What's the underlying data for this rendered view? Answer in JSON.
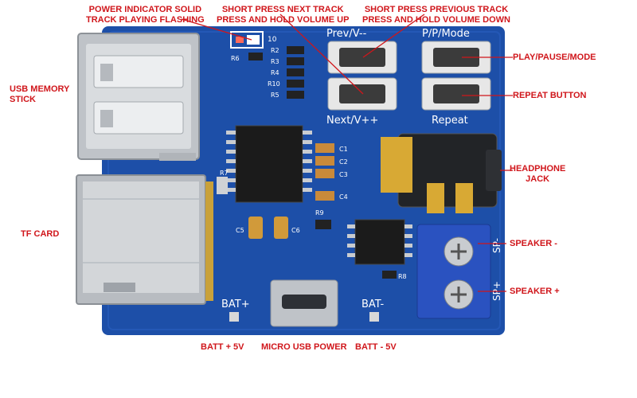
{
  "labels": {
    "power_indicator": [
      "POWER INDICATOR SOLID",
      "TRACK PLAYING FLASHING"
    ],
    "next_track": [
      "SHORT PRESS NEXT TRACK",
      "PRESS AND HOLD VOLUME UP"
    ],
    "prev_track": [
      "SHORT PRESS PREVIOUS TRACK",
      "PRESS AND HOLD VOLUME DOWN"
    ],
    "play_pause": "PLAY/PAUSE/MODE",
    "repeat": "REPEAT BUTTON",
    "usb": [
      "USB MEMORY",
      "STICK"
    ],
    "headphone": [
      "HEADPHONE",
      "JACK"
    ],
    "tf_card": "TF CARD",
    "speaker_minus": "SPEAKER -",
    "speaker_plus": "SPEAKER +",
    "batt_plus": "BATT + 5V",
    "micro_usb": "MICRO USB POWER",
    "batt_minus": "BATT - 5V"
  },
  "silkscreen": {
    "prev": "Prev/V--",
    "pp_mode": "P/P/Mode",
    "next": "Next/V++",
    "repeat": "Repeat",
    "bat_plus": "BAT+",
    "bat_minus": "BAT-",
    "sp_minus": "SP-",
    "sp_plus": "SP+",
    "r6": "R6",
    "r7": "R7",
    "r9": "R9",
    "r10": "R10",
    "r2": "R2",
    "r3": "R3",
    "r4": "R4",
    "r5": "R5",
    "c1": "C1",
    "c2": "C2",
    "c3": "C3",
    "c4": "C4",
    "c5": "C5",
    "c6": "C6",
    "r8": "R8",
    "led": "10"
  },
  "colors": {
    "pcb": "#1d4fa8",
    "pcb_dark": "#163f8c",
    "label_red": "#d0161b",
    "terminal_blue": "#2a52c0",
    "metal": "#c9ccd0",
    "gold": "#d8a934"
  }
}
